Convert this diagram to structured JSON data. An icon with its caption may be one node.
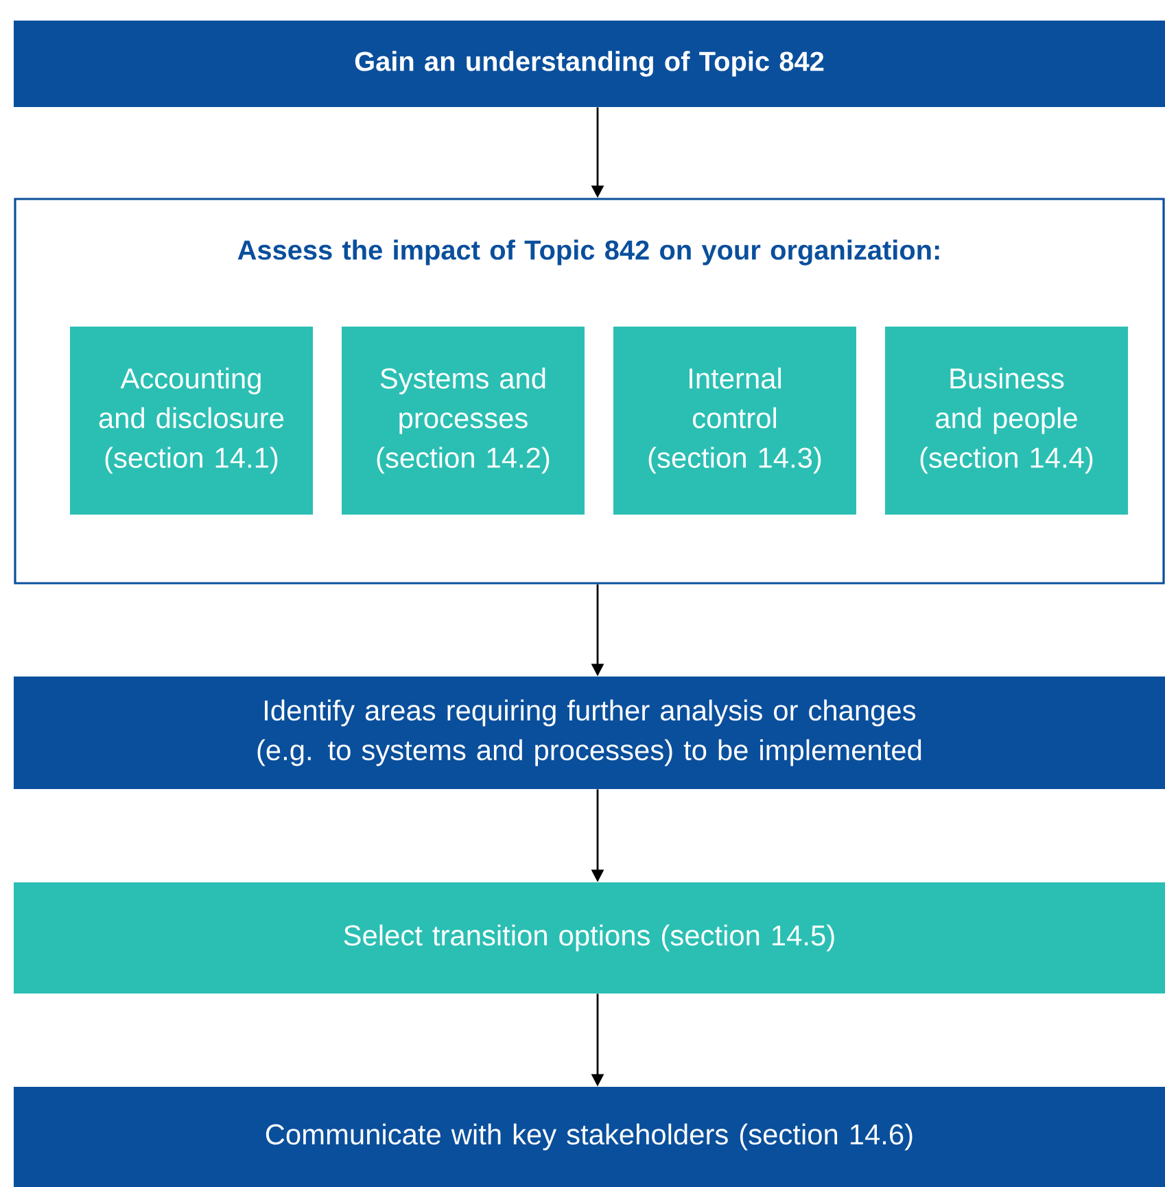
{
  "diagram": {
    "nodes": [
      {
        "text": [
          "Gain an understanding of Topic 842"
        ]
      },
      {
        "text": [
          "Assess the impact of Topic 842 on your organization:"
        ]
      },
      {
        "text": [
          "Accounting and disclosure (section 14.1)"
        ],
        "in": 1
      },
      {
        "text": [
          "Systems and processes (section 14.2)"
        ],
        "in": 1
      },
      {
        "text": [
          "Internal control (section 14.3)"
        ],
        "in": 1
      },
      {
        "text": [
          "Business and people (section 14.4)"
        ],
        "in": 1
      },
      {
        "text": [
          "Identify areas requiring further analysis or changes (e.g. to systems and processes) to be implemented"
        ]
      },
      {
        "text": [
          "Select transition options (section 14.5)"
        ]
      },
      {
        "text": [
          "Communicate with key stakeholders (section 14.6)"
        ]
      }
    ],
    "edges": [
      {
        "from": 0,
        "to": 1,
        "arrow": "to"
      },
      {
        "from": 1,
        "to": 6,
        "arrow": "to"
      },
      {
        "from": 6,
        "to": 7,
        "arrow": "to"
      },
      {
        "from": 7,
        "to": 8,
        "arrow": "to"
      }
    ]
  }
}
